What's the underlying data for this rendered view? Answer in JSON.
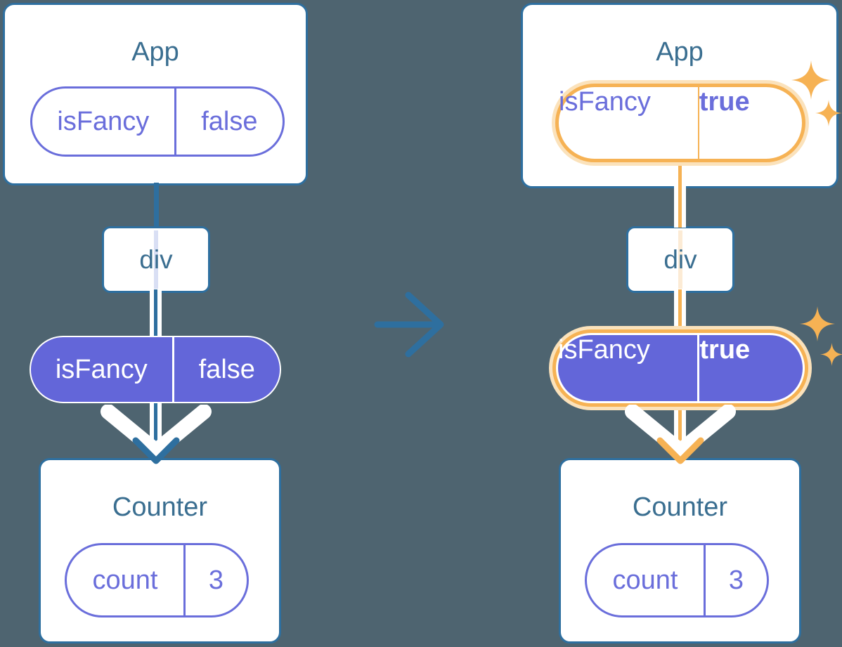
{
  "colors": {
    "background": "#4E6470",
    "blue": "#2E6F9F",
    "title": "#3A6E90",
    "purple": "#6A6EDB",
    "purple_fill": "#6366D9",
    "orange": "#F6B254",
    "orange_pale": "#FBE2BB",
    "trace_lavender": "#D9DFF4",
    "trace_orange": "#FCEBD5"
  },
  "before": {
    "app": {
      "title": "App",
      "prop_name": "isFancy",
      "prop_value": "false"
    },
    "container": {
      "label": "div"
    },
    "passed_prop": {
      "name": "isFancy",
      "value": "false"
    },
    "counter": {
      "title": "Counter",
      "state_name": "count",
      "state_value": "3"
    }
  },
  "after": {
    "app": {
      "title": "App",
      "prop_name": "isFancy",
      "prop_value": "true"
    },
    "container": {
      "label": "div"
    },
    "passed_prop": {
      "name": "isFancy",
      "value": "true"
    },
    "counter": {
      "title": "Counter",
      "state_name": "count",
      "state_value": "3"
    }
  }
}
